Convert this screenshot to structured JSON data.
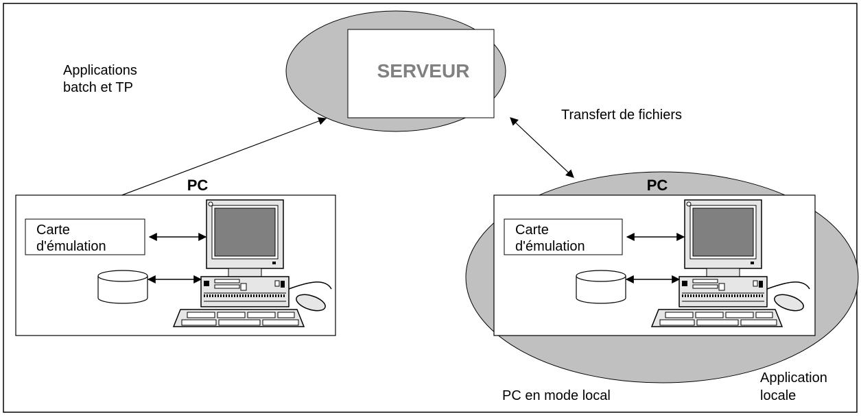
{
  "server": {
    "label": "SERVEUR"
  },
  "annotations": {
    "applications_line1": "Applications",
    "applications_line2": "batch et TP",
    "transfer": "Transfert de fichiers",
    "local_mode": "PC en mode local",
    "local_app_line1": "Application",
    "local_app_line2": "locale"
  },
  "left_pc": {
    "title": "PC",
    "card_line1": "Carte",
    "card_line2": "d'émulation"
  },
  "right_pc": {
    "title": "PC",
    "card_line1": "Carte",
    "card_line2": "d'émulation"
  },
  "colors": {
    "ellipse_fill": "#c0c0c0",
    "server_text": "#808080",
    "screen_fill": "#808080",
    "monitor_fill": "#e6e6e6"
  },
  "icons": [
    "computer-icon",
    "database-icon",
    "mouse-icon",
    "keyboard-icon"
  ]
}
